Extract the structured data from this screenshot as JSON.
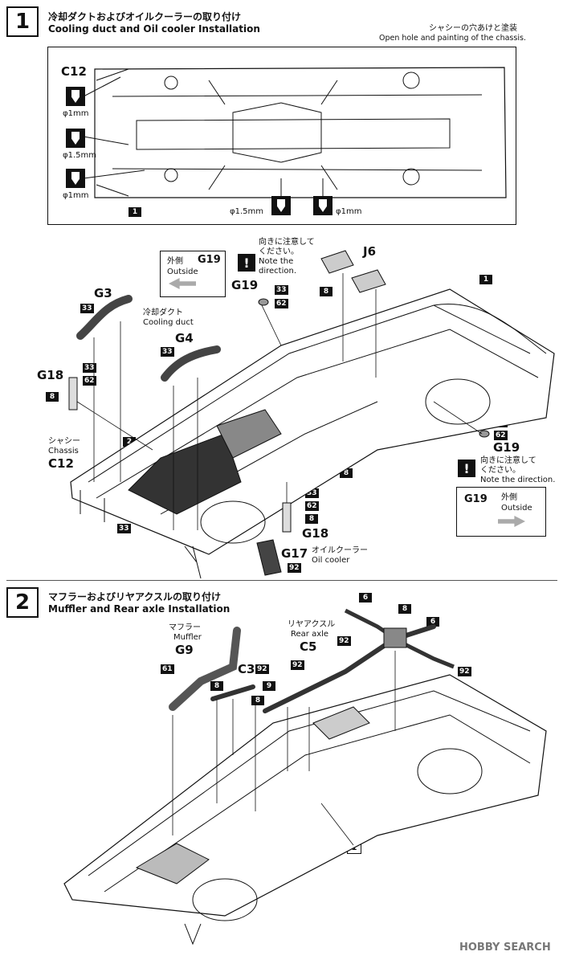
{
  "step1": {
    "number": "1",
    "title_jp": "冷却ダクトおよびオイルクーラーの取り付け",
    "title_en": "Cooling duct and Oil cooler Installation",
    "chassis_note_jp": "シャシーの穴あけと塗装",
    "chassis_note_en": "Open hole and painting of the chassis.",
    "c12": "C12",
    "drill_labels": [
      "φ1mm",
      "φ1.5mm",
      "φ1mm",
      "φ1.5mm",
      "φ1mm"
    ],
    "frame_num": "1",
    "g19_box_top": {
      "part": "G19",
      "jp": "外側",
      "en": "Outside"
    },
    "caution_top": {
      "jp1": "向きに注意して",
      "jp2": "ください。",
      "en1": "Note the",
      "en2": "direction."
    },
    "g19_label": "G19",
    "j6": "J6",
    "g3": "G3",
    "g4": "G4",
    "cooling_duct_jp": "冷却ダクト",
    "cooling_duct_en": "Cooling duct",
    "g18_left": "G18",
    "chassis_jp": "シャシー",
    "chassis_en": "Chassis",
    "c12_lower": "C12",
    "g18_right": "G18",
    "g17": "G17",
    "oil_cooler_jp": "オイルクーラー",
    "oil_cooler_en": "Oil cooler",
    "g19_right": "G19",
    "caution_right": {
      "jp1": "向きに注意して",
      "jp2": "ください。",
      "en": "Note the direction."
    },
    "g19_box_right": {
      "part": "G19",
      "jp": "外側",
      "en": "Outside"
    },
    "nums": {
      "n33": "33",
      "n62": "62",
      "n8": "8",
      "n1": "1",
      "n2": "2",
      "n92": "92"
    }
  },
  "step2": {
    "number": "2",
    "title_jp": "マフラーおよびリヤアクスルの取り付け",
    "title_en": "Muffler and Rear axle Installation",
    "muffler_jp": "マフラー",
    "muffler_en": "Muffler",
    "g9": "G9",
    "c3": "C3",
    "rear_axle_jp": "リヤアクスル",
    "rear_axle_en": "Rear axle",
    "c5": "C5",
    "nums": {
      "n61": "61",
      "n8": "8",
      "n9": "9",
      "n92": "92",
      "n6": "6",
      "n1": "1"
    }
  },
  "watermark": "HOBBY SEARCH"
}
